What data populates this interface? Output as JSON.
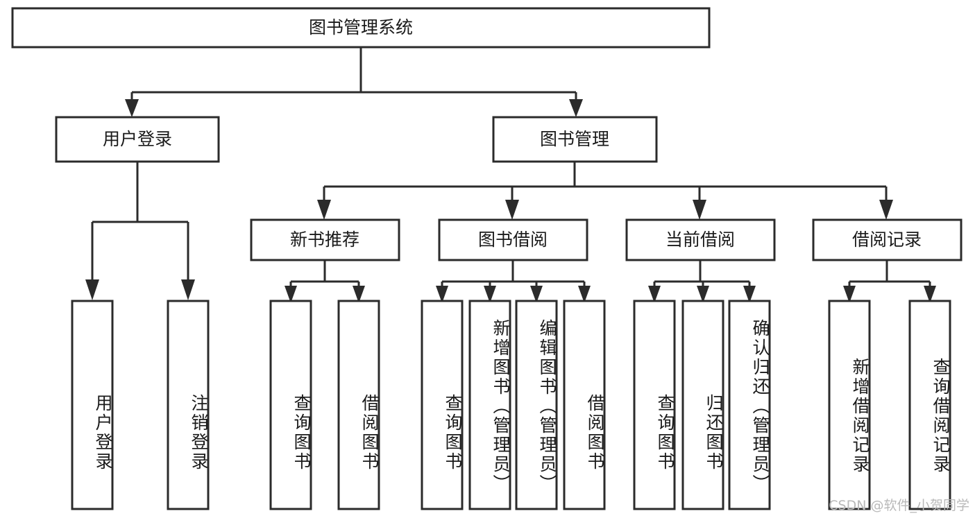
{
  "diagram": {
    "title": "图书管理系统",
    "type": "hierarchy-tree",
    "root": {
      "id": "root",
      "label": "图书管理系统",
      "orientation": "horizontal"
    },
    "level2": [
      {
        "id": "user-login",
        "label": "用户登录",
        "orientation": "horizontal"
      },
      {
        "id": "book-manage",
        "label": "图书管理",
        "orientation": "horizontal"
      }
    ],
    "level3": [
      {
        "id": "new-book-recommend",
        "label": "新书推荐",
        "parent": "book-manage",
        "orientation": "horizontal"
      },
      {
        "id": "book-borrow",
        "label": "图书借阅",
        "parent": "book-manage",
        "orientation": "horizontal"
      },
      {
        "id": "current-borrow",
        "label": "当前借阅",
        "parent": "book-manage",
        "orientation": "horizontal"
      },
      {
        "id": "borrow-record",
        "label": "借阅记录",
        "parent": "book-manage",
        "orientation": "horizontal"
      }
    ],
    "leaves": [
      {
        "id": "leaf-user-login",
        "label": "用户登录",
        "parent": "user-login",
        "orientation": "vertical"
      },
      {
        "id": "leaf-user-logout",
        "label": "注销登录",
        "parent": "user-login",
        "orientation": "vertical"
      },
      {
        "id": "leaf-query-book-1",
        "label": "查询图书",
        "parent": "new-book-recommend",
        "orientation": "vertical"
      },
      {
        "id": "leaf-borrow-book-1",
        "label": "借阅图书",
        "parent": "new-book-recommend",
        "orientation": "vertical"
      },
      {
        "id": "leaf-query-book-2",
        "label": "查询图书",
        "parent": "book-borrow",
        "orientation": "vertical"
      },
      {
        "id": "leaf-add-book",
        "label": "新增图书（管理员）",
        "parent": "book-borrow",
        "orientation": "vertical"
      },
      {
        "id": "leaf-edit-book",
        "label": "编辑图书（管理员）",
        "parent": "book-borrow",
        "orientation": "vertical"
      },
      {
        "id": "leaf-borrow-book-2",
        "label": "借阅图书",
        "parent": "book-borrow",
        "orientation": "vertical"
      },
      {
        "id": "leaf-query-book-3",
        "label": "查询图书",
        "parent": "current-borrow",
        "orientation": "vertical"
      },
      {
        "id": "leaf-return-book",
        "label": "归还图书",
        "parent": "current-borrow",
        "orientation": "vertical"
      },
      {
        "id": "leaf-confirm-return",
        "label": "确认归还（管理员）",
        "parent": "current-borrow",
        "orientation": "vertical"
      },
      {
        "id": "leaf-add-record",
        "label": "新增借阅记录",
        "parent": "borrow-record",
        "orientation": "vertical"
      },
      {
        "id": "leaf-query-record",
        "label": "查询借阅记录",
        "parent": "borrow-record",
        "orientation": "vertical"
      }
    ],
    "watermark": "CSDN @软件_小贺同学",
    "colors": {
      "stroke": "#2b2b2b",
      "fill": "#ffffff",
      "text": "#1a1a1a",
      "watermark": "#b9b9b9",
      "background": "#ffffff"
    }
  }
}
